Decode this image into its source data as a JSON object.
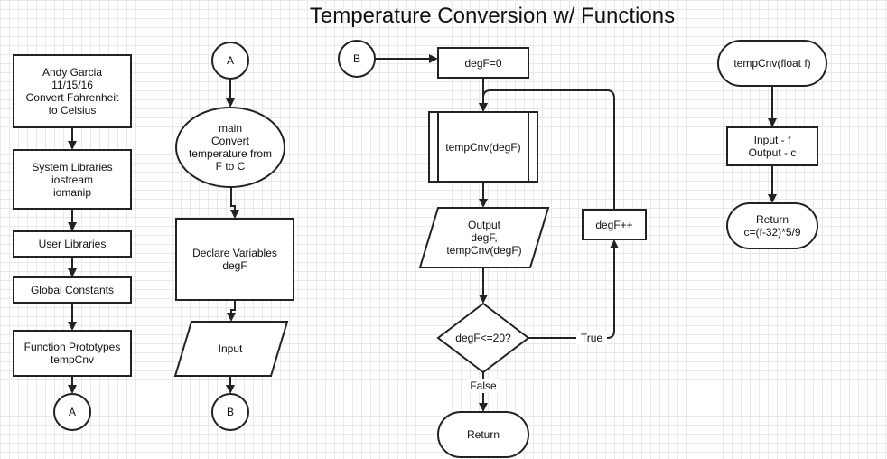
{
  "title": "Temperature Conversion w/ Functions",
  "colors": {
    "stroke": "#222222",
    "background": "#ffffff",
    "grid": "#e9e9e9"
  },
  "col1": {
    "header": "Andy Garcia\n11/15/16\nConvert Fahrenheit\nto Celsius",
    "system_libraries": "System Libraries\niostream\niomanip",
    "user_libraries": "User Libraries",
    "global_constants": "Global Constants",
    "function_prototypes": "Function Prototypes\ntempCnv",
    "connector": "A"
  },
  "col2": {
    "connector_top": "A",
    "main": "main\nConvert\ntemperature from\nF to C",
    "declare": "Declare Variables\ndegF",
    "input": "Input",
    "connector_bottom": "B"
  },
  "col3": {
    "connector": "B",
    "init": "degF=0",
    "call": "tempCnv(degF)",
    "output": "Output\ndegF,\ntempCnv(degF)",
    "decision": "degF<=20?",
    "true_label": "True",
    "false_label": "False",
    "increment": "degF++",
    "return": "Return"
  },
  "col4": {
    "function": "tempCnv(float f)",
    "io": "Input - f\nOutput - c",
    "return": "Return\nc=(f-32)*5/9"
  }
}
